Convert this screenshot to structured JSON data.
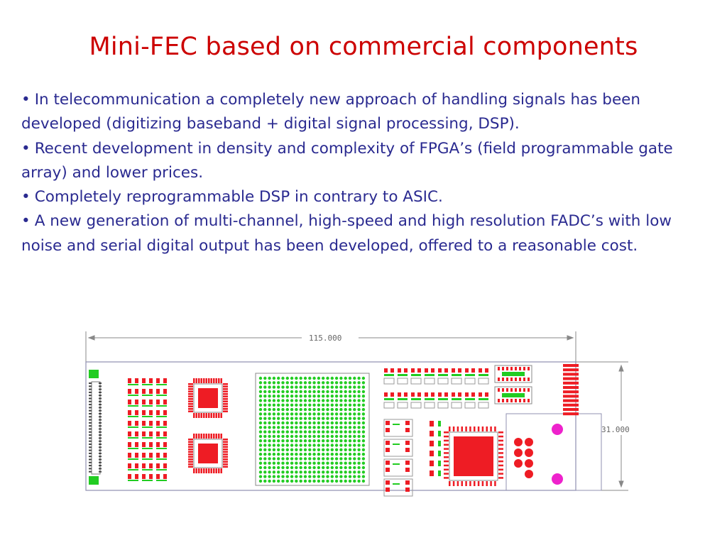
{
  "slide": {
    "title": "Mini-FEC based on commercial components",
    "bullet_char": "•",
    "bullets": [
      "In telecommunication a completely new approach of handling signals has been developed (digitizing baseband + digital signal processing, DSP).",
      "Recent development in density and complexity of FPGA’s (field programmable gate array) and lower prices.",
      "Completely reprogrammable DSP in contrary to ASIC.",
      "A new generation of multi-channel, high-speed and high resolution FADC’s with low noise and serial digital output has been developed, offered to a reasonable cost."
    ]
  },
  "board_drawing": {
    "width_label": "115.000",
    "height_label": "31.000",
    "colors": {
      "pad_red": "#ee1c24",
      "pad_green": "#22cc22",
      "outline": "#9090b0",
      "magenta": "#ee22cc"
    }
  }
}
